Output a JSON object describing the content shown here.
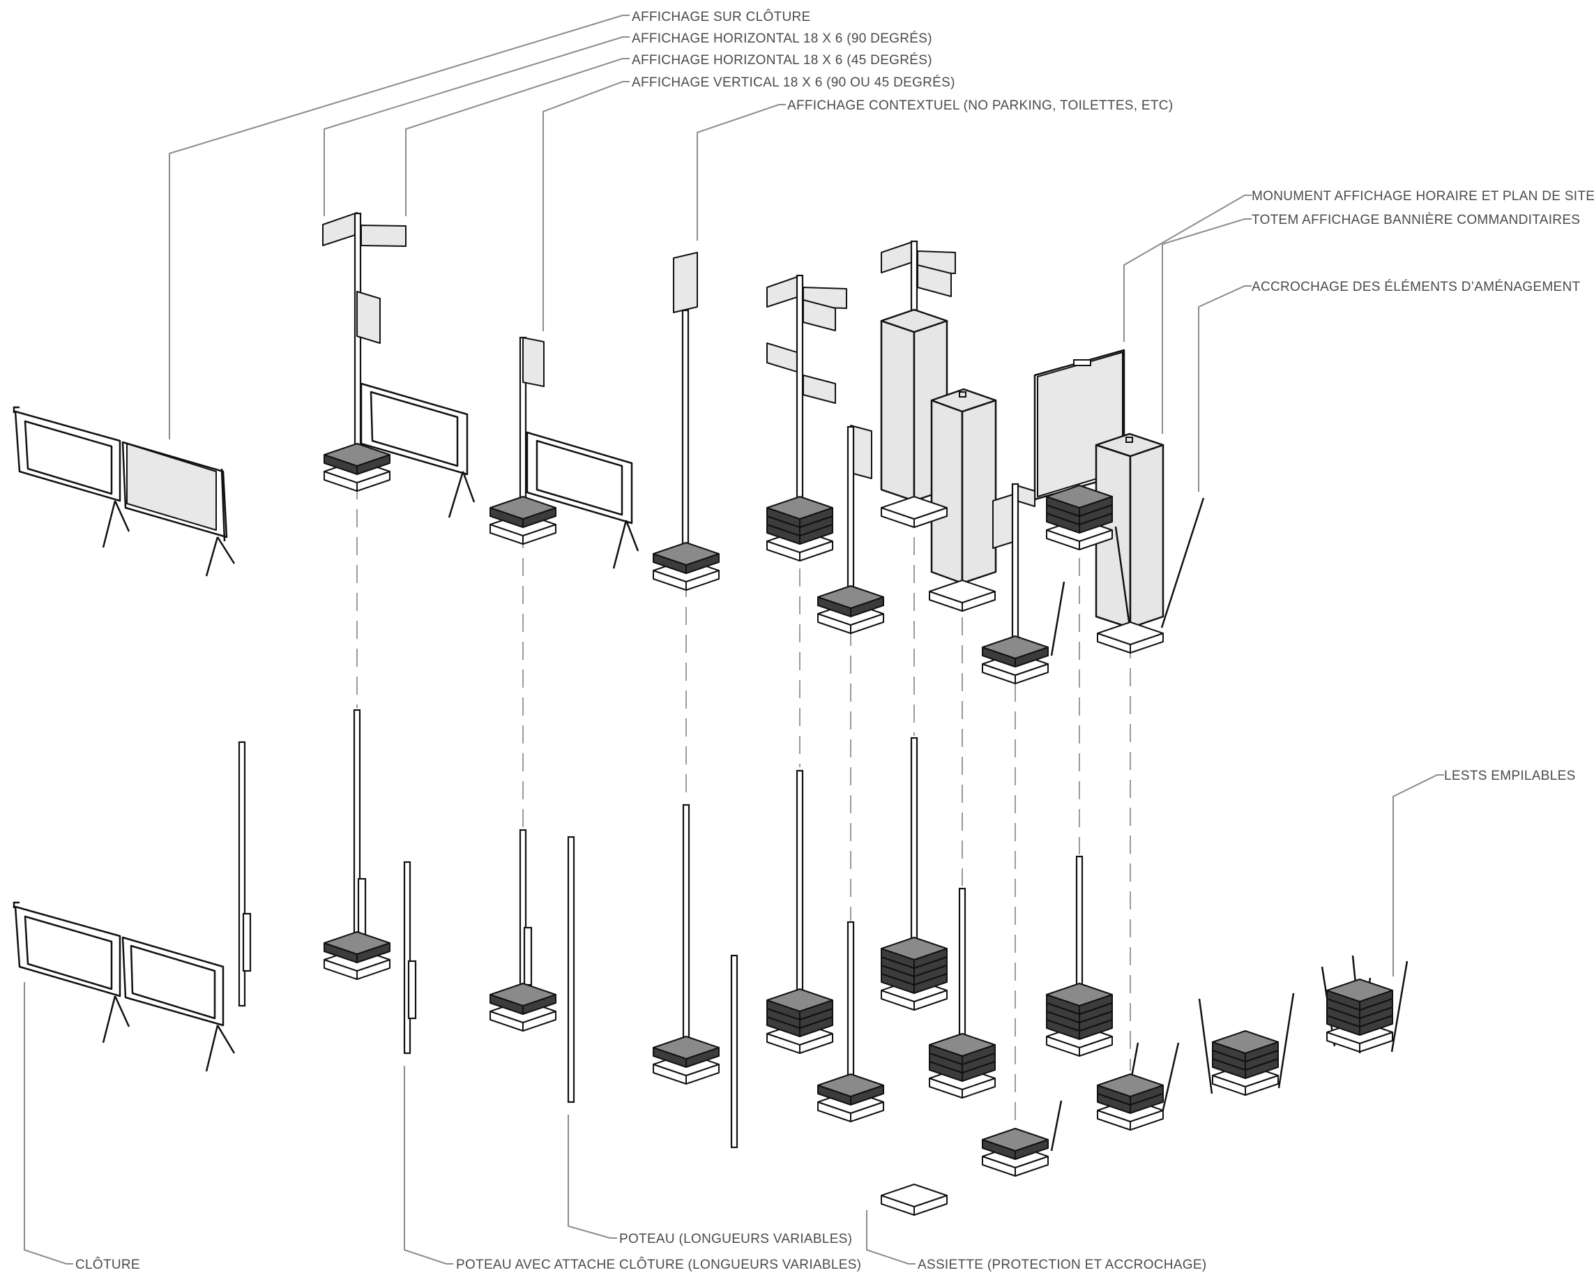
{
  "labels": {
    "affichage_cloture": "AFFICHAGE SUR CLÔTURE",
    "horizontal_90": "AFFICHAGE HORIZONTAL 18 X 6 (90 DEGRÉS)",
    "horizontal_45": "AFFICHAGE HORIZONTAL 18 X 6 (45 DEGRÉS)",
    "vertical": "AFFICHAGE VERTICAL 18 X 6 (90 OU 45 DEGRÉS)",
    "contextuel": "AFFICHAGE CONTEXTUEL (NO PARKING, TOILETTES, ETC)",
    "monument": "MONUMENT AFFICHAGE HORAIRE ET PLAN DE SITE",
    "totem": "TOTEM AFFICHAGE BANNIÈRE COMMANDITAIRES",
    "accrochage": "ACCROCHAGE DES ÉLÉMENTS D’AMÉNAGEMENT",
    "lests": "LESTS EMPILABLES",
    "cloture": "CLÔTURE",
    "poteau_attache": "POTEAU AVEC ATTACHE CLÔTURE (LONGUEURS VARIABLES)",
    "poteau": "POTEAU (LONGUEURS VARIABLES)",
    "assiette": "ASSIETTE (PROTECTION ET ACCROCHAGE)"
  },
  "colors": {
    "line": "#111111",
    "leader": "#8c8c8c",
    "weight_top": "#8a8a8a",
    "weight_side": "#3c3c3c",
    "panel": "#e4e4e4",
    "label_text": "#4a4a4a"
  }
}
